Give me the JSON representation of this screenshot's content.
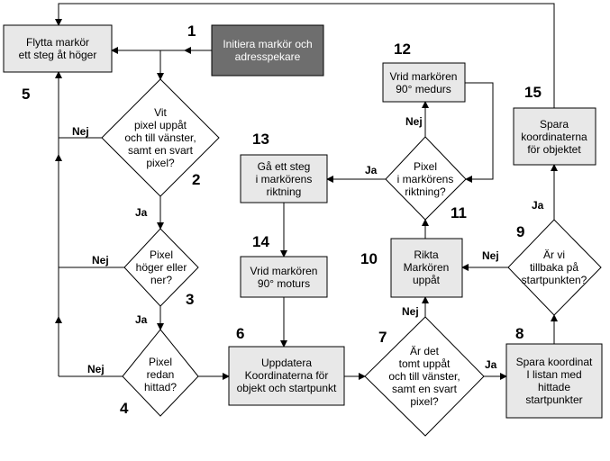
{
  "nodes": {
    "n1": {
      "label": "Initiera markör och|adresspekare",
      "number": "1"
    },
    "n5": {
      "label": "Flytta markör|ett steg åt höger",
      "number": "5"
    },
    "n2": {
      "label": "Vit|pixel uppåt|och till vänster,|samt en svart|pixel?",
      "number": "2"
    },
    "n3": {
      "label": "Pixel|höger eller|ner?",
      "number": "3"
    },
    "n4": {
      "label": "Pixel|redan|hittad?",
      "number": "4"
    },
    "n6": {
      "label": "Uppdatera|Koordinaterna för|objekt och startpunkt",
      "number": "6"
    },
    "n7": {
      "label": "Är det|tomt uppåt|och till vänster,|samt en svart|pixel?",
      "number": "7"
    },
    "n8": {
      "label": "Spara koordinat|I listan med|hittade|startpunkter",
      "number": "8"
    },
    "n9": {
      "label": "Är vi|tillbaka på|startpunkten?",
      "number": "9"
    },
    "n10": {
      "label": "Rikta|Markören|uppåt",
      "number": "10"
    },
    "n11": {
      "label": "Pixel|i markörens|riktning?",
      "number": "11"
    },
    "n12": {
      "label": "Vrid markören|90° medurs",
      "number": "12"
    },
    "n13": {
      "label": "Gå ett steg|i markörens|riktning",
      "number": "13"
    },
    "n14": {
      "label": "Vrid markören|90° moturs",
      "number": "14"
    },
    "n15": {
      "label": "Spara|koordinaterna|för objektet",
      "number": "15"
    }
  },
  "edge_labels": {
    "yes": "Ja",
    "no": "Nej"
  }
}
